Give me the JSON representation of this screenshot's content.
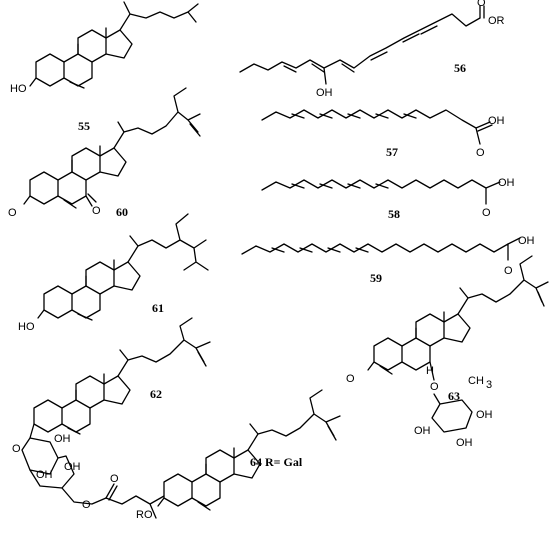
{
  "compounds": [
    {
      "id": "55"
    },
    {
      "id": "56",
      "substituent": "OR"
    },
    {
      "id": "57"
    },
    {
      "id": "58"
    },
    {
      "id": "59"
    },
    {
      "id": "60"
    },
    {
      "id": "61"
    },
    {
      "id": "62"
    },
    {
      "id": "63"
    },
    {
      "id": "64",
      "note": "R= Gal"
    }
  ],
  "atom_labels": {
    "ho": "HO",
    "oh": "OH",
    "o": "O",
    "or": "OR",
    "ro": "RO",
    "h": "H",
    "ch3": "CH",
    "sub3": "3"
  }
}
